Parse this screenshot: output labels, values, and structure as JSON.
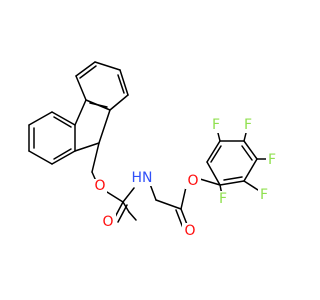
{
  "molecule": {
    "atoms": {
      "o_ether": {
        "label": "O",
        "color": "#ff0d0d"
      },
      "n_amide": {
        "label": "HN",
        "color": "#3050f8"
      },
      "o_carbonyl_1": {
        "label": "O",
        "color": "#ff0d0d"
      },
      "o_ester": {
        "label": "O",
        "color": "#ff0d0d"
      },
      "o_carbonyl_2": {
        "label": "O",
        "color": "#ff0d0d"
      },
      "f_1": {
        "label": "F",
        "color": "#90e050"
      },
      "f_2": {
        "label": "F",
        "color": "#90e050"
      },
      "f_3": {
        "label": "F",
        "color": "#90e050"
      },
      "f_4": {
        "label": "F",
        "color": "#90e050"
      },
      "f_5": {
        "label": "F",
        "color": "#90e050"
      }
    }
  }
}
